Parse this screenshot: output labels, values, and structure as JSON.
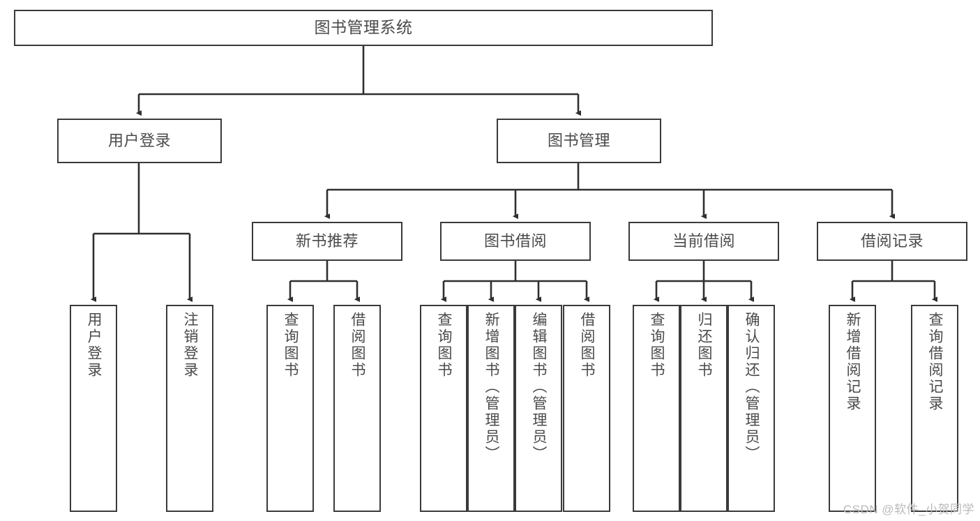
{
  "diagram": {
    "title": "图书管理系统",
    "type": "functional-structure-tree"
  },
  "nodes": {
    "root": {
      "label": "图书管理系统"
    },
    "level1": [
      {
        "id": "user-login",
        "label": "用户登录"
      },
      {
        "id": "book-manage",
        "label": "图书管理"
      }
    ],
    "level2": [
      {
        "id": "new-book-recommend",
        "label": "新书推荐"
      },
      {
        "id": "book-borrow",
        "label": "图书借阅"
      },
      {
        "id": "current-borrow",
        "label": "当前借阅"
      },
      {
        "id": "borrow-record",
        "label": "借阅记录"
      }
    ],
    "leaves": {
      "user_login": [
        {
          "id": "leaf-user-login",
          "label": "用户登录"
        },
        {
          "id": "leaf-logout-login",
          "label": "注销登录"
        }
      ],
      "new_book_recommend": [
        {
          "id": "leaf-query-book-1",
          "label": "查询图书"
        },
        {
          "id": "leaf-borrow-book-1",
          "label": "借阅图书"
        }
      ],
      "book_borrow": [
        {
          "id": "leaf-query-book-2",
          "label": "查询图书"
        },
        {
          "id": "leaf-add-book",
          "label": "新增图书（管理员）"
        },
        {
          "id": "leaf-edit-book",
          "label": "编辑图书（管理员）"
        },
        {
          "id": "leaf-borrow-book-2",
          "label": "借阅图书"
        }
      ],
      "current_borrow": [
        {
          "id": "leaf-query-book-3",
          "label": "查询图书"
        },
        {
          "id": "leaf-return-book",
          "label": "归还图书"
        },
        {
          "id": "leaf-confirm-return",
          "label": "确认归还（管理员）"
        }
      ],
      "borrow_record": [
        {
          "id": "leaf-add-borrow-record",
          "label": "新增借阅记录"
        },
        {
          "id": "leaf-query-borrow-record",
          "label": "查询借阅记录"
        }
      ]
    }
  },
  "watermark": {
    "text": "CSDN @软件_小贺同学"
  },
  "colors": {
    "border": "#3a3a3a",
    "text": "#4a4a4a",
    "background": "#ffffff",
    "watermark": "#b9b9b9"
  }
}
